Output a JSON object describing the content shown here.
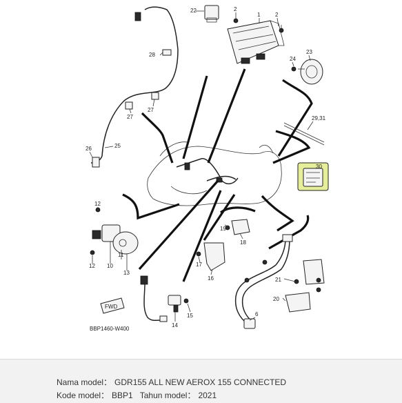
{
  "diagram": {
    "callouts": {
      "c1": "1",
      "c2a": "2",
      "c2b": "2",
      "c6": "6",
      "c10": "10",
      "c11": "11",
      "c12a": "12",
      "c12b": "12",
      "c13": "13",
      "c14": "14",
      "c15": "15",
      "c16": "16",
      "c17": "17",
      "c18": "18",
      "c19": "19",
      "c20": "20",
      "c21": "21",
      "c22": "22",
      "c23": "23",
      "c24": "24",
      "c25": "25",
      "c26": "26",
      "c27a": "27",
      "c27b": "27",
      "c28": "28",
      "c2931": "29,31",
      "c30": "30"
    },
    "fwd_label": "FWD",
    "diagram_code": "BBP1460-W400",
    "highlight_color": "#e6ee9c"
  },
  "caption": {
    "row1_label": "Nama model：",
    "row1_value": "GDR155 ALL NEW AEROX 155 CONNECTED",
    "row2_label": "Kode model：",
    "row2_value": "BBP1",
    "row2_label2": "Tahun model：",
    "row2_value2": "2021"
  }
}
